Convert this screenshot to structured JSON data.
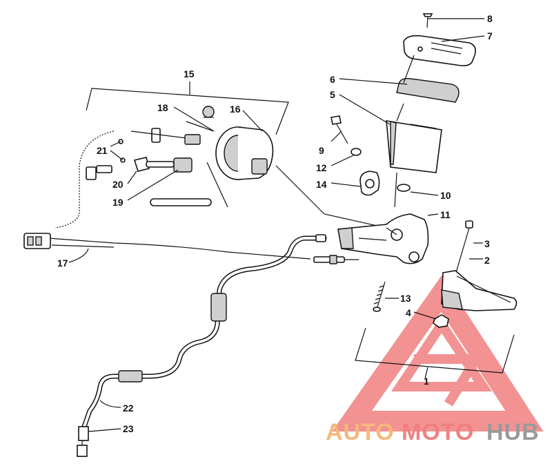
{
  "callouts": [
    "1",
    "2",
    "3",
    "4",
    "5",
    "6",
    "7",
    "8",
    "9",
    "10",
    "11",
    "12",
    "13",
    "14",
    "15",
    "16",
    "17",
    "18",
    "19",
    "20",
    "21",
    "22",
    "23"
  ],
  "watermark": {
    "part1": "AUTO",
    "part2": "MOTO",
    "part3": "HUB",
    "colors": {
      "orange": "#f5b87a",
      "red": "#f08080",
      "gray": "#9a9a9a"
    }
  }
}
